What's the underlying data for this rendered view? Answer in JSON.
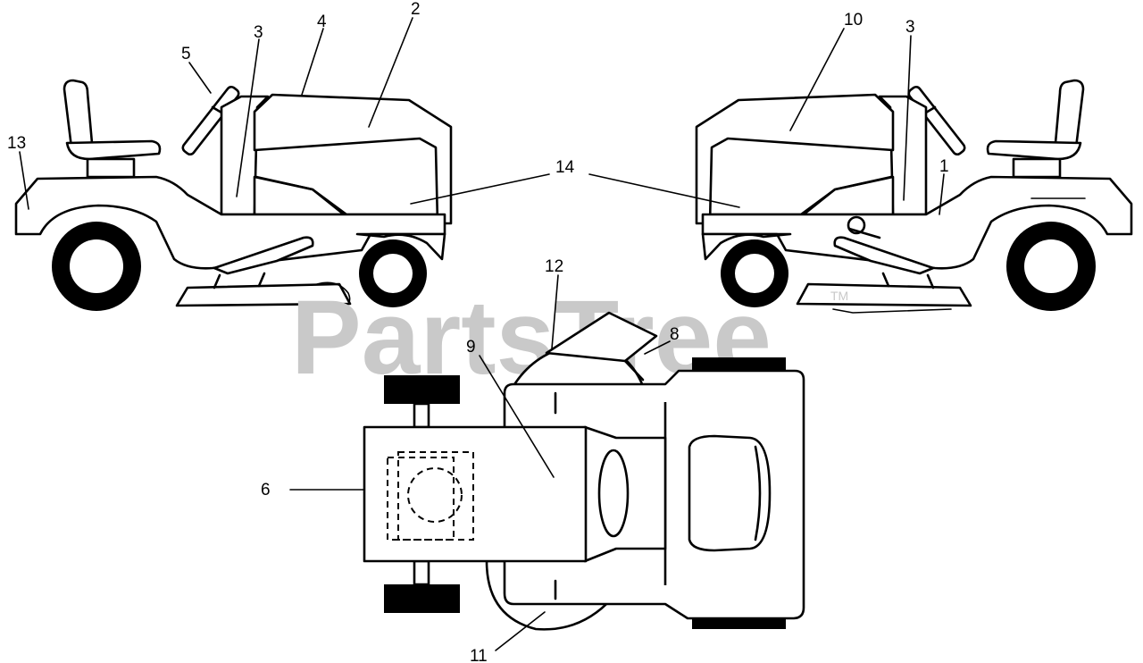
{
  "watermark": {
    "text": "PartsTree",
    "trademark": "TM"
  },
  "callouts": [
    "1",
    "2",
    "3",
    "3",
    "4",
    "5",
    "6",
    "8",
    "9",
    "10",
    "11",
    "12",
    "13",
    "14"
  ]
}
